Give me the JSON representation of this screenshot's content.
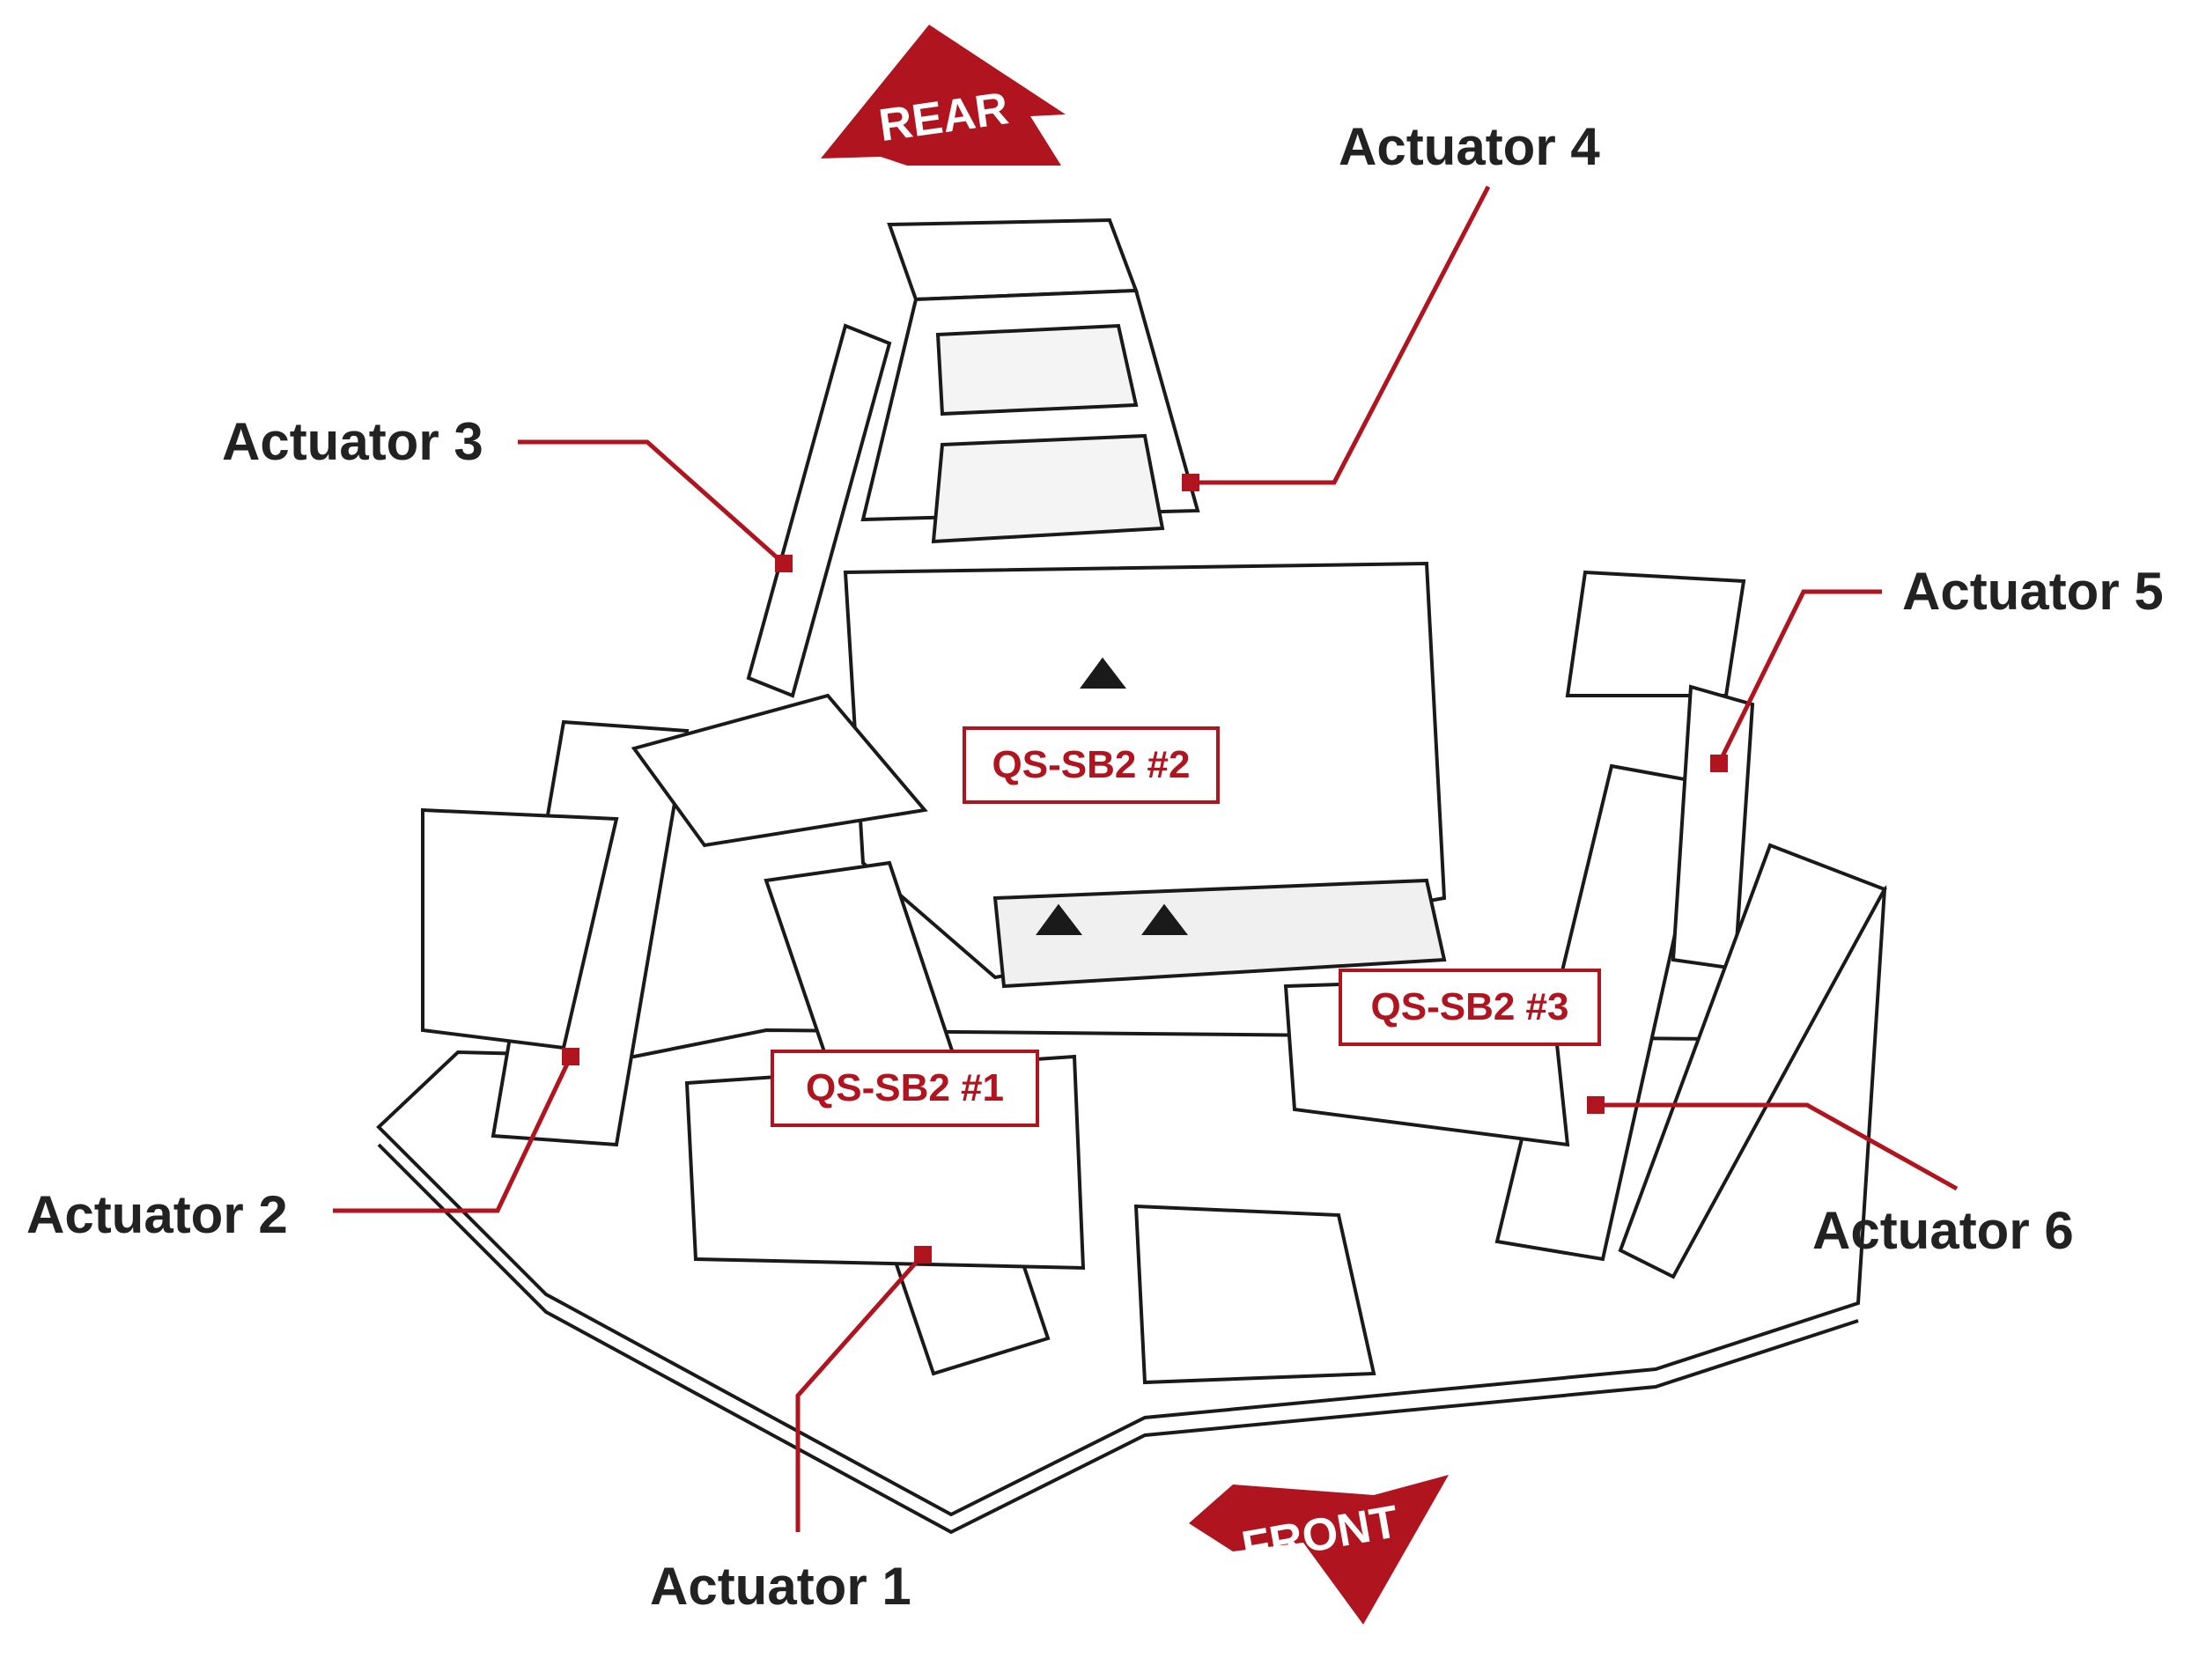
{
  "arrows": {
    "rear": "REAR",
    "front": "FRONT"
  },
  "actuators": {
    "a1": "Actuator 1",
    "a2": "Actuator 2",
    "a3": "Actuator 3",
    "a4": "Actuator 4",
    "a5": "Actuator 5",
    "a6": "Actuator 6"
  },
  "boards": {
    "b1": "QS-SB2 #1",
    "b2": "QS-SB2 #2",
    "b3": "QS-SB2 #3"
  },
  "colors": {
    "accent": "#b0141f",
    "line": "#1a1a1a",
    "text": "#222222"
  }
}
